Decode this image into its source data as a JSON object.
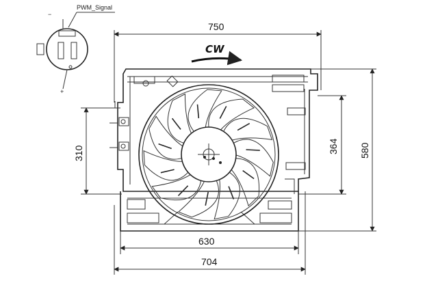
{
  "connector": {
    "signal_label": "PWM_Signal",
    "minus_label": "−",
    "plus_label": "+"
  },
  "rotation": {
    "direction_label": "CW"
  },
  "dimensions": {
    "overall_width": "750",
    "lower_width": "704",
    "inner_width": "630",
    "left_height": "310",
    "mid_height": "364",
    "overall_height": "580"
  },
  "fan": {
    "blade_count": 11
  },
  "colors": {
    "line": "#222222",
    "background": "#ffffff"
  }
}
